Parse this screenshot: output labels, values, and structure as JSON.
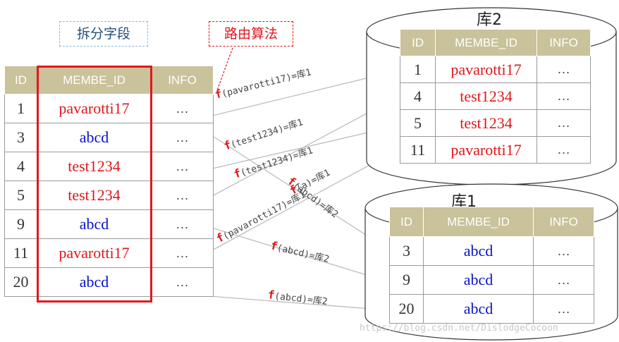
{
  "labels": {
    "split_field": "拆分字段",
    "routing_algo": "路由算法",
    "db2": "库2",
    "db1": "库1",
    "watermark": "https://blog.csdn.net/DislodgeCocoon"
  },
  "headers": [
    "ID",
    "MEMBE_ID",
    "INFO"
  ],
  "source_rows": [
    {
      "id": "1",
      "member": "pavarotti17",
      "color": "red",
      "info": "…"
    },
    {
      "id": "3",
      "member": "abcd",
      "color": "blue",
      "info": "…"
    },
    {
      "id": "4",
      "member": "test1234",
      "color": "red",
      "info": "…"
    },
    {
      "id": "5",
      "member": "test1234",
      "color": "red",
      "info": "…"
    },
    {
      "id": "9",
      "member": "abcd",
      "color": "blue",
      "info": "…"
    },
    {
      "id": "11",
      "member": "pavarotti17",
      "color": "red",
      "info": "…"
    },
    {
      "id": "20",
      "member": "abcd",
      "color": "blue",
      "info": "…"
    }
  ],
  "db2_rows": [
    {
      "id": "1",
      "member": "pavarotti17",
      "color": "red",
      "info": "…"
    },
    {
      "id": "4",
      "member": "test1234",
      "color": "red",
      "info": "…"
    },
    {
      "id": "5",
      "member": "test1234",
      "color": "red",
      "info": "…"
    },
    {
      "id": "11",
      "member": "pavarotti17",
      "color": "red",
      "info": "…"
    }
  ],
  "db1_rows": [
    {
      "id": "3",
      "member": "abcd",
      "color": "blue",
      "info": "…"
    },
    {
      "id": "9",
      "member": "abcd",
      "color": "blue",
      "info": "…"
    },
    {
      "id": "20",
      "member": "abcd",
      "color": "blue",
      "info": "…"
    }
  ],
  "routes": [
    {
      "fn": "f",
      "text": "(pavarotti17)=库1"
    },
    {
      "fn": "f",
      "text": "(test1234)=库1"
    },
    {
      "fn": "f",
      "text": "(test1234)=库1"
    },
    {
      "fn": "f",
      "text": "(abcd)=库2"
    },
    {
      "fn": "f",
      "text": "(a)=库1"
    },
    {
      "fn": "f",
      "text": "(pavarotti17)=库1"
    },
    {
      "fn": "f",
      "text": "(abcd)=库2"
    },
    {
      "fn": "f",
      "text": "(abcd)=库2"
    }
  ]
}
